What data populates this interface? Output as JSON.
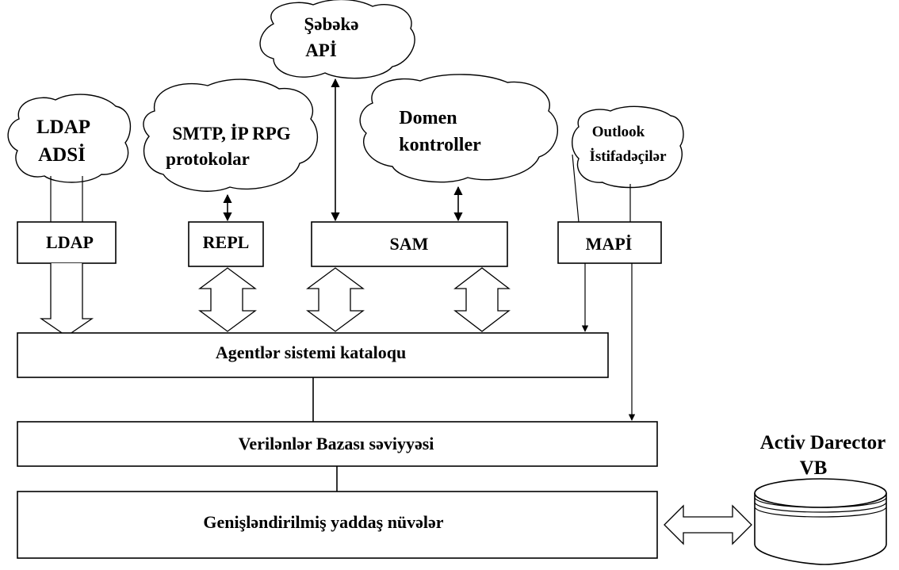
{
  "clouds": {
    "network_api": {
      "line1": "Şəbəkə",
      "line2": "APİ"
    },
    "ldap_adsi": {
      "line1": "LDAP",
      "line2": "ADSİ"
    },
    "smtp": {
      "line1": "SMTP, İP RPG",
      "line2": "protokolar"
    },
    "domain": {
      "line1": "Domen",
      "line2": "kontroller"
    },
    "outlook": {
      "line1": "Outlook",
      "line2": "İstifadəçilər"
    }
  },
  "interfaces": {
    "ldap": "LDAP",
    "repl": "REPL",
    "sam": "SAM",
    "mapi": "MAPİ"
  },
  "layers": {
    "agents": "Agentlər sistemi kataloqu",
    "database": "Verilənlər Bazası səviyyəsi",
    "storage": "Genişləndirilmiş yaddaş nüvələr"
  },
  "store": {
    "line1": "Activ Darector",
    "line2": "VB"
  }
}
